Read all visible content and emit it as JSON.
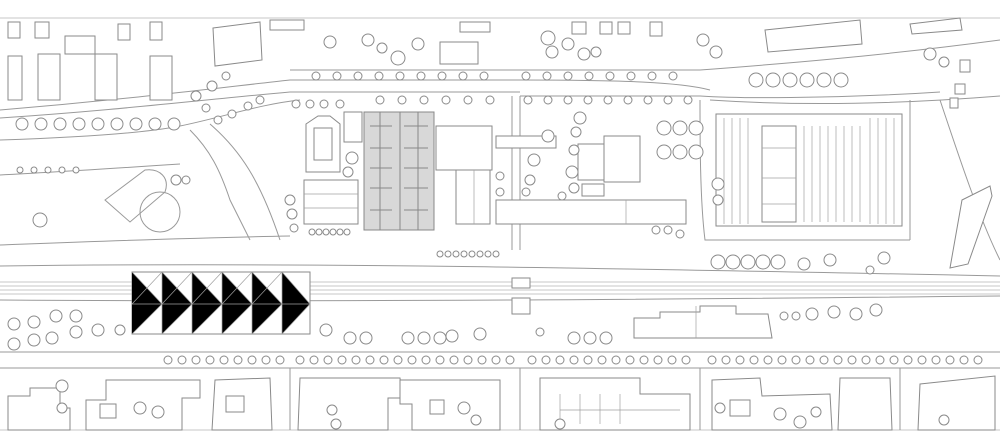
{
  "map": {
    "kind": "site-plan",
    "style": "architectural line drawing, no labels",
    "colors": {
      "background": "#ffffff",
      "line": "#8a8a8a",
      "highlight_fill": "#d8d8d8"
    },
    "legend_visible": false,
    "text_labels_visible": false,
    "highlighted_building_count": 1
  }
}
